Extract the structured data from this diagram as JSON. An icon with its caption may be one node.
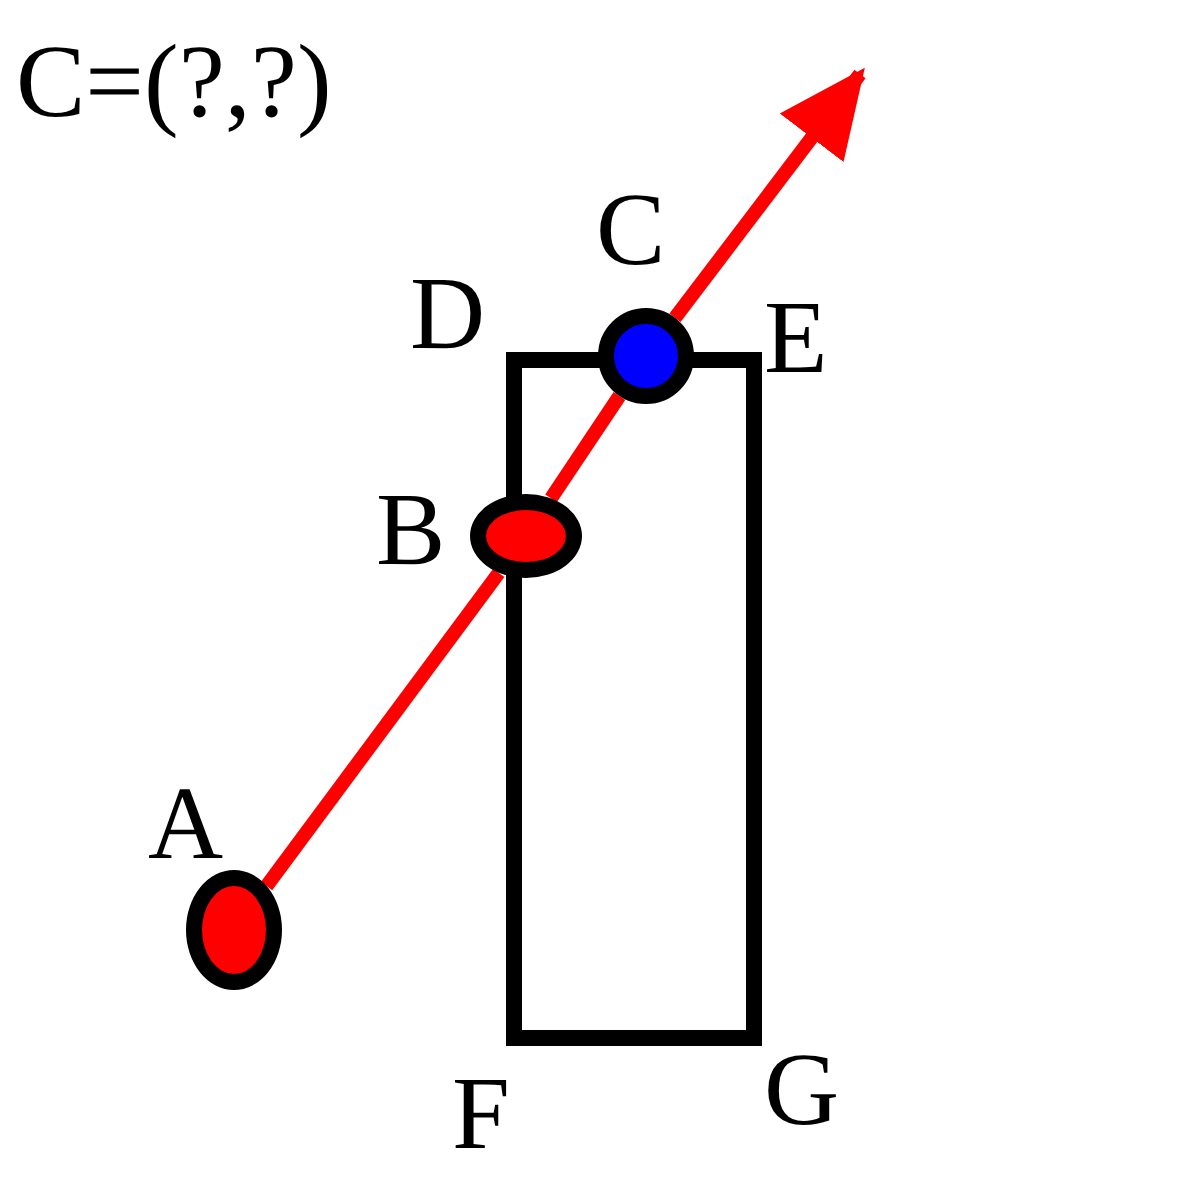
{
  "diagram": {
    "title": "C=(?,?)",
    "nodes": [
      {
        "text": [
          "A"
        ]
      },
      {
        "text": [
          "B"
        ]
      },
      {
        "text": [
          "C"
        ]
      }
    ],
    "edges": [
      {
        "from": 0,
        "to": 1,
        "arrow": "none"
      },
      {
        "from": 1,
        "to": 2,
        "arrow": "none"
      },
      {
        "from": 2,
        "to": null,
        "arrow": "to"
      }
    ],
    "labels": [
      "D",
      "E",
      "F",
      "G"
    ]
  }
}
